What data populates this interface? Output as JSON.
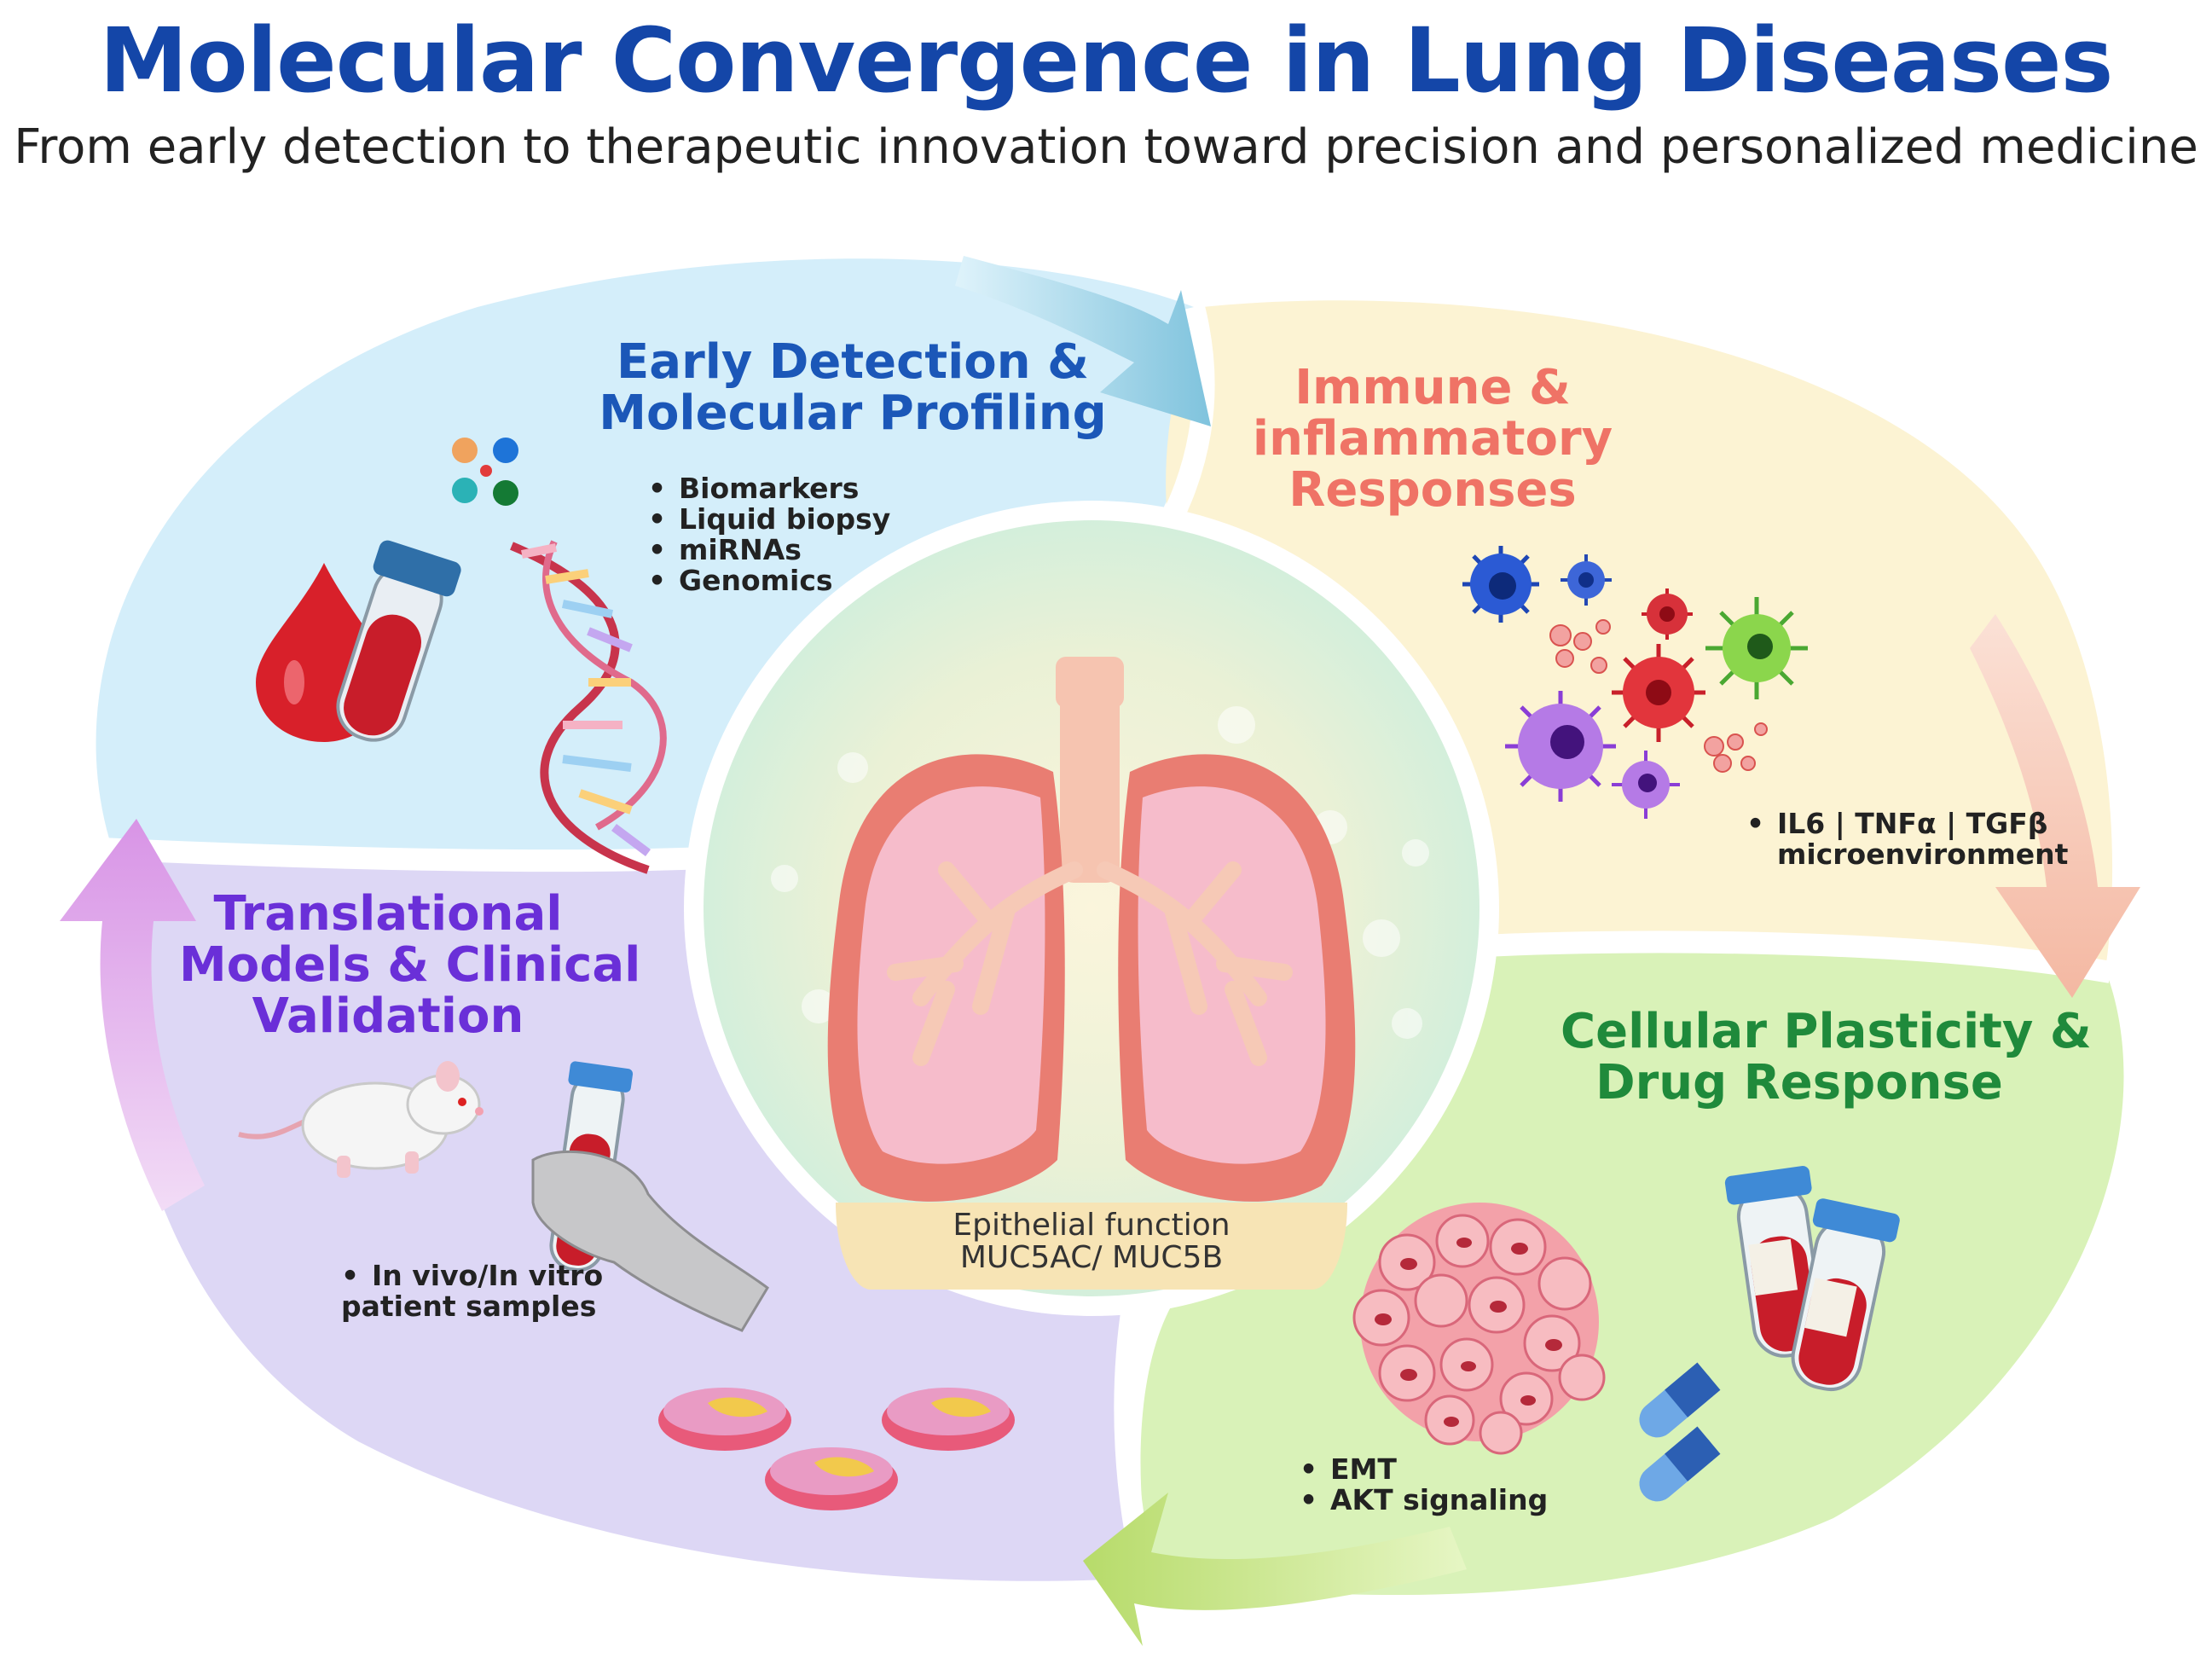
{
  "title": "Molecular Convergence in Lung Diseases",
  "subtitle": "From early detection to therapeutic innovation toward precision and personalized medicine",
  "sections": {
    "early_detection": {
      "title_lines": [
        "Early Detection &",
        "Molecular Profiling"
      ],
      "bullets": [
        "Biomarkers",
        "Liquid biopsy",
        "miRNAs",
        "Genomics"
      ],
      "color": "#1b57b8",
      "bg": "#d4eefa"
    },
    "immune": {
      "title_lines": [
        "Immune &",
        "inflammatory",
        "Responses"
      ],
      "bullets": [
        "IL6 | TNFα | TGFβ"
      ],
      "bullet_continuation": "microenvironment",
      "color": "#ef7366",
      "bg": "#fcf3d3"
    },
    "plasticity": {
      "title_lines": [
        "Cellular Plasticity &",
        "Drug Response"
      ],
      "bullets": [
        "EMT",
        "AKT signaling"
      ],
      "color": "#1f8a3b",
      "bg": "#d9f2b8"
    },
    "translational": {
      "title_lines": [
        "Translational",
        "Models & Clinical",
        "Validation"
      ],
      "bullets": [
        "In vivo/In vitro"
      ],
      "bullet_continuation": "patient samples",
      "color": "#6a2fd8",
      "bg": "#ddd7f5"
    }
  },
  "center": {
    "label_lines": [
      "Epithelial function",
      "MUC5AC/ MUC5B"
    ]
  },
  "icons": {
    "early_detection": [
      "colored-dots-icon",
      "blood-drop-icon",
      "blood-tube-icon",
      "dna-helix-icon"
    ],
    "immune": [
      "immune-cells-icon"
    ],
    "plasticity": [
      "cell-cluster-icon",
      "blood-tubes-icon",
      "capsule-icon"
    ],
    "translational": [
      "mouse-icon",
      "gloved-hand-tube-icon",
      "petri-dish-icon"
    ],
    "center": [
      "lungs-icon"
    ]
  }
}
